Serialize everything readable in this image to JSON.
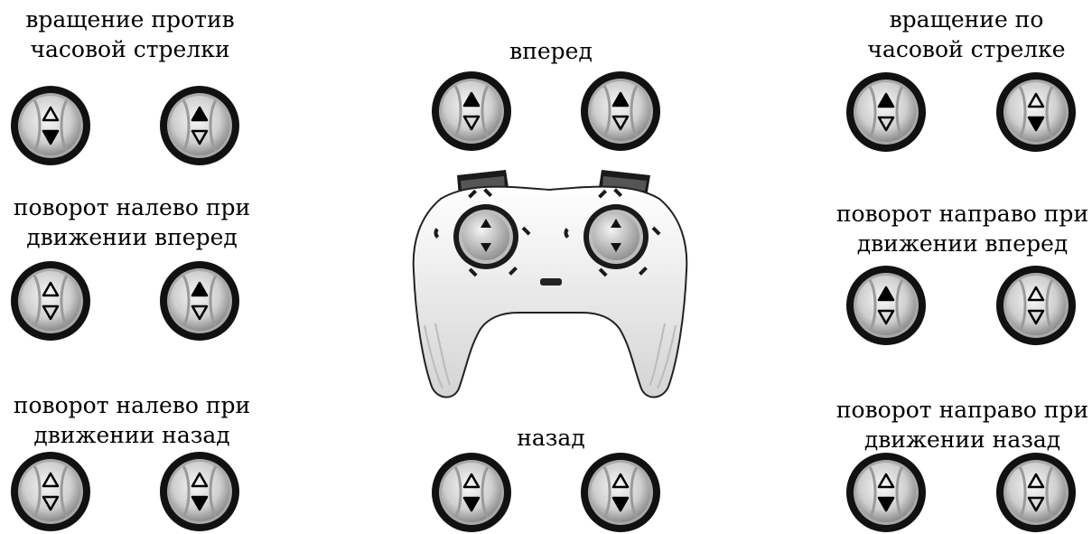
{
  "colors": {
    "ink": "#000000",
    "ring": "#111111",
    "face_light": "#f2f2f2",
    "face_dark": "#8a8a8a"
  },
  "groups": [
    {
      "id": "rotate-ccw",
      "lines": [
        "вращение против",
        "часовой стрелки"
      ],
      "left": {
        "up": "outline",
        "down": "filled"
      },
      "right": {
        "up": "filled",
        "down": "outline"
      }
    },
    {
      "id": "forward",
      "lines": [
        "вперед"
      ],
      "left": {
        "up": "filled",
        "down": "outline"
      },
      "right": {
        "up": "filled",
        "down": "outline"
      }
    },
    {
      "id": "rotate-cw",
      "lines": [
        "вращение по",
        "часовой стрелке"
      ],
      "left": {
        "up": "filled",
        "down": "outline"
      },
      "right": {
        "up": "outline",
        "down": "filled"
      }
    },
    {
      "id": "turn-left-forward",
      "lines": [
        "поворот налево при",
        "движении вперед"
      ],
      "left": {
        "up": "outline",
        "down": "outline"
      },
      "right": {
        "up": "filled",
        "down": "outline"
      }
    },
    {
      "id": "turn-right-forward",
      "lines": [
        "поворот направо при",
        "движении вперед"
      ],
      "left": {
        "up": "filled",
        "down": "outline"
      },
      "right": {
        "up": "outline",
        "down": "outline"
      }
    },
    {
      "id": "turn-left-back",
      "lines": [
        "поворот налево при",
        "движении назад"
      ],
      "left": {
        "up": "outline",
        "down": "outline"
      },
      "right": {
        "up": "outline",
        "down": "filled"
      }
    },
    {
      "id": "back",
      "lines": [
        "назад"
      ],
      "left": {
        "up": "outline",
        "down": "filled"
      },
      "right": {
        "up": "outline",
        "down": "filled"
      }
    },
    {
      "id": "turn-right-back",
      "lines": [
        "поворот направо при",
        "движении назад"
      ],
      "left": {
        "up": "outline",
        "down": "filled"
      },
      "right": {
        "up": "outline",
        "down": "outline"
      }
    }
  ]
}
